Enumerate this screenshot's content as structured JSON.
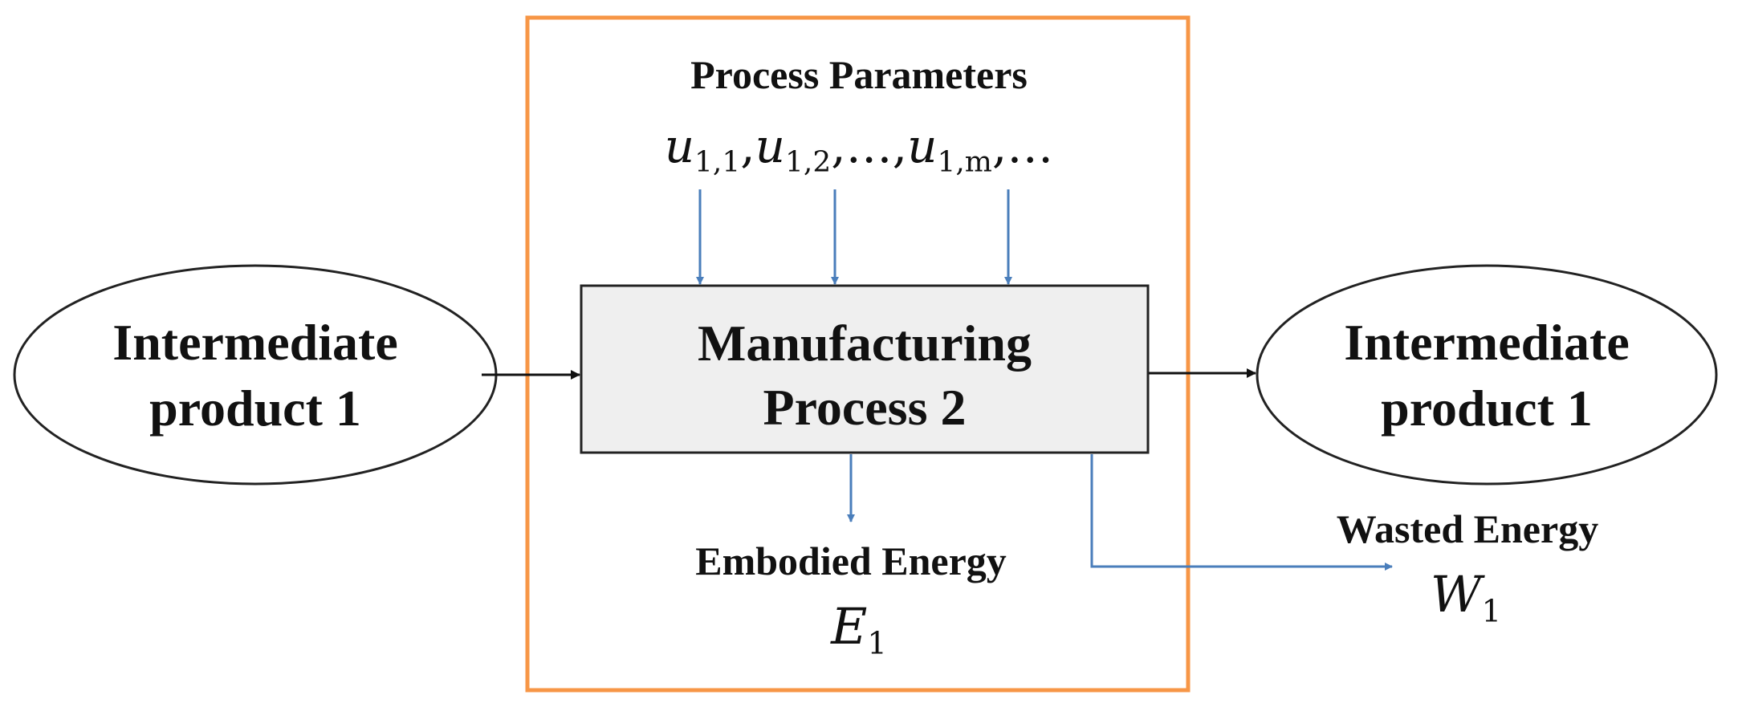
{
  "system_boundary_color": "#F79646",
  "flow_color": "#4A7EBB",
  "process_fill": "#EFEFEF",
  "process_parameters": {
    "title": "Process Parameters",
    "params": [
      {
        "sym": "u",
        "sub": "1,1",
        "sep": ","
      },
      {
        "sym": "u",
        "sub": "1,2",
        "sep": ",…,"
      },
      {
        "sym": "u",
        "sub": "1,m",
        "sep": ",…"
      }
    ]
  },
  "process": {
    "line1": "Manufacturing",
    "line2": "Process 2"
  },
  "input_product": {
    "line1": "Intermediate",
    "line2": "product 1"
  },
  "output_product": {
    "line1": "Intermediate",
    "line2": "product 1"
  },
  "embodied_energy": {
    "label": "Embodied Energy",
    "sym": "E",
    "sub": "1"
  },
  "wasted_energy": {
    "label": "Wasted Energy",
    "sym": "W",
    "sub": "1"
  }
}
